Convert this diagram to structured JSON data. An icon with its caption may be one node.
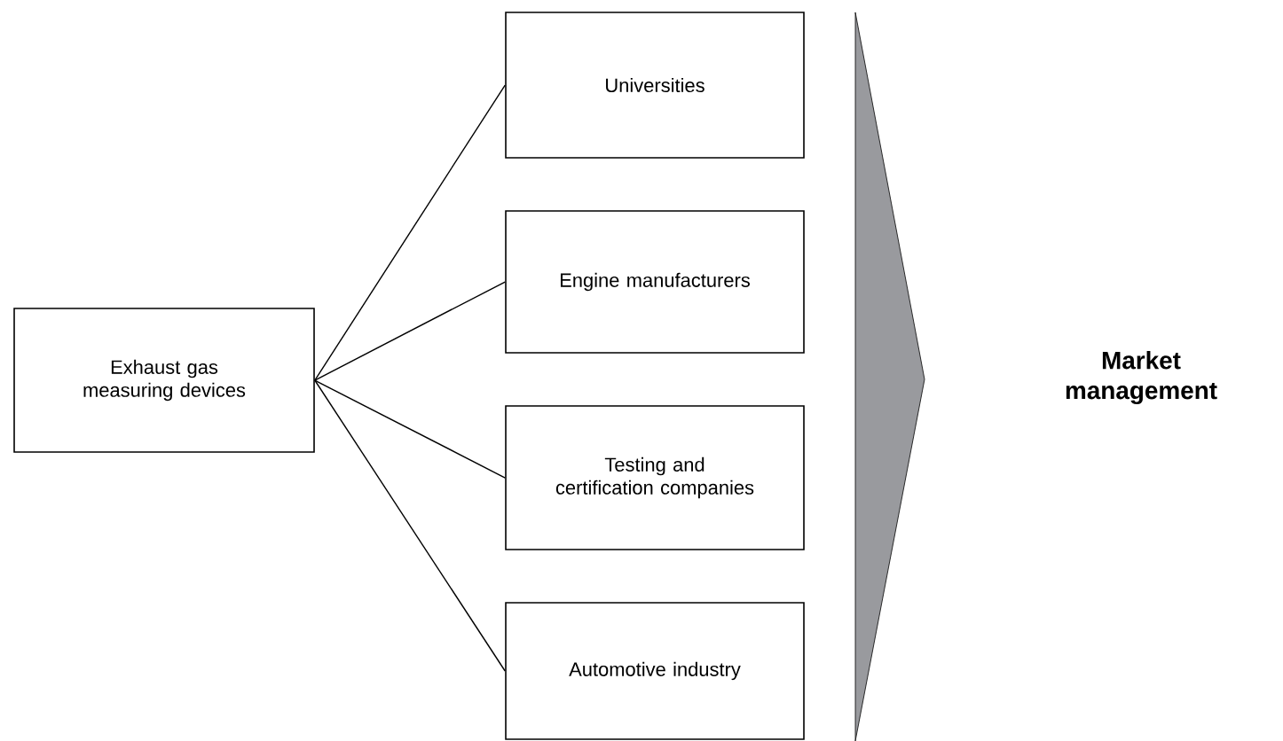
{
  "diagram": {
    "nodes": [
      {
        "text": [
          "Exhaust gas measuring devices"
        ]
      },
      {
        "text": [
          "Universities"
        ]
      },
      {
        "text": [
          "Engine manufacturers"
        ]
      },
      {
        "text": [
          "Testing and certification companies"
        ]
      },
      {
        "text": [
          "Automotive industry"
        ]
      }
    ],
    "edges": [
      {
        "from": 0,
        "to": 1,
        "arrow": "none"
      },
      {
        "from": 0,
        "to": 2,
        "arrow": "none"
      },
      {
        "from": 0,
        "to": 3,
        "arrow": "none"
      },
      {
        "from": 0,
        "to": 4,
        "arrow": "none"
      }
    ],
    "labels": [
      "Market management"
    ]
  }
}
